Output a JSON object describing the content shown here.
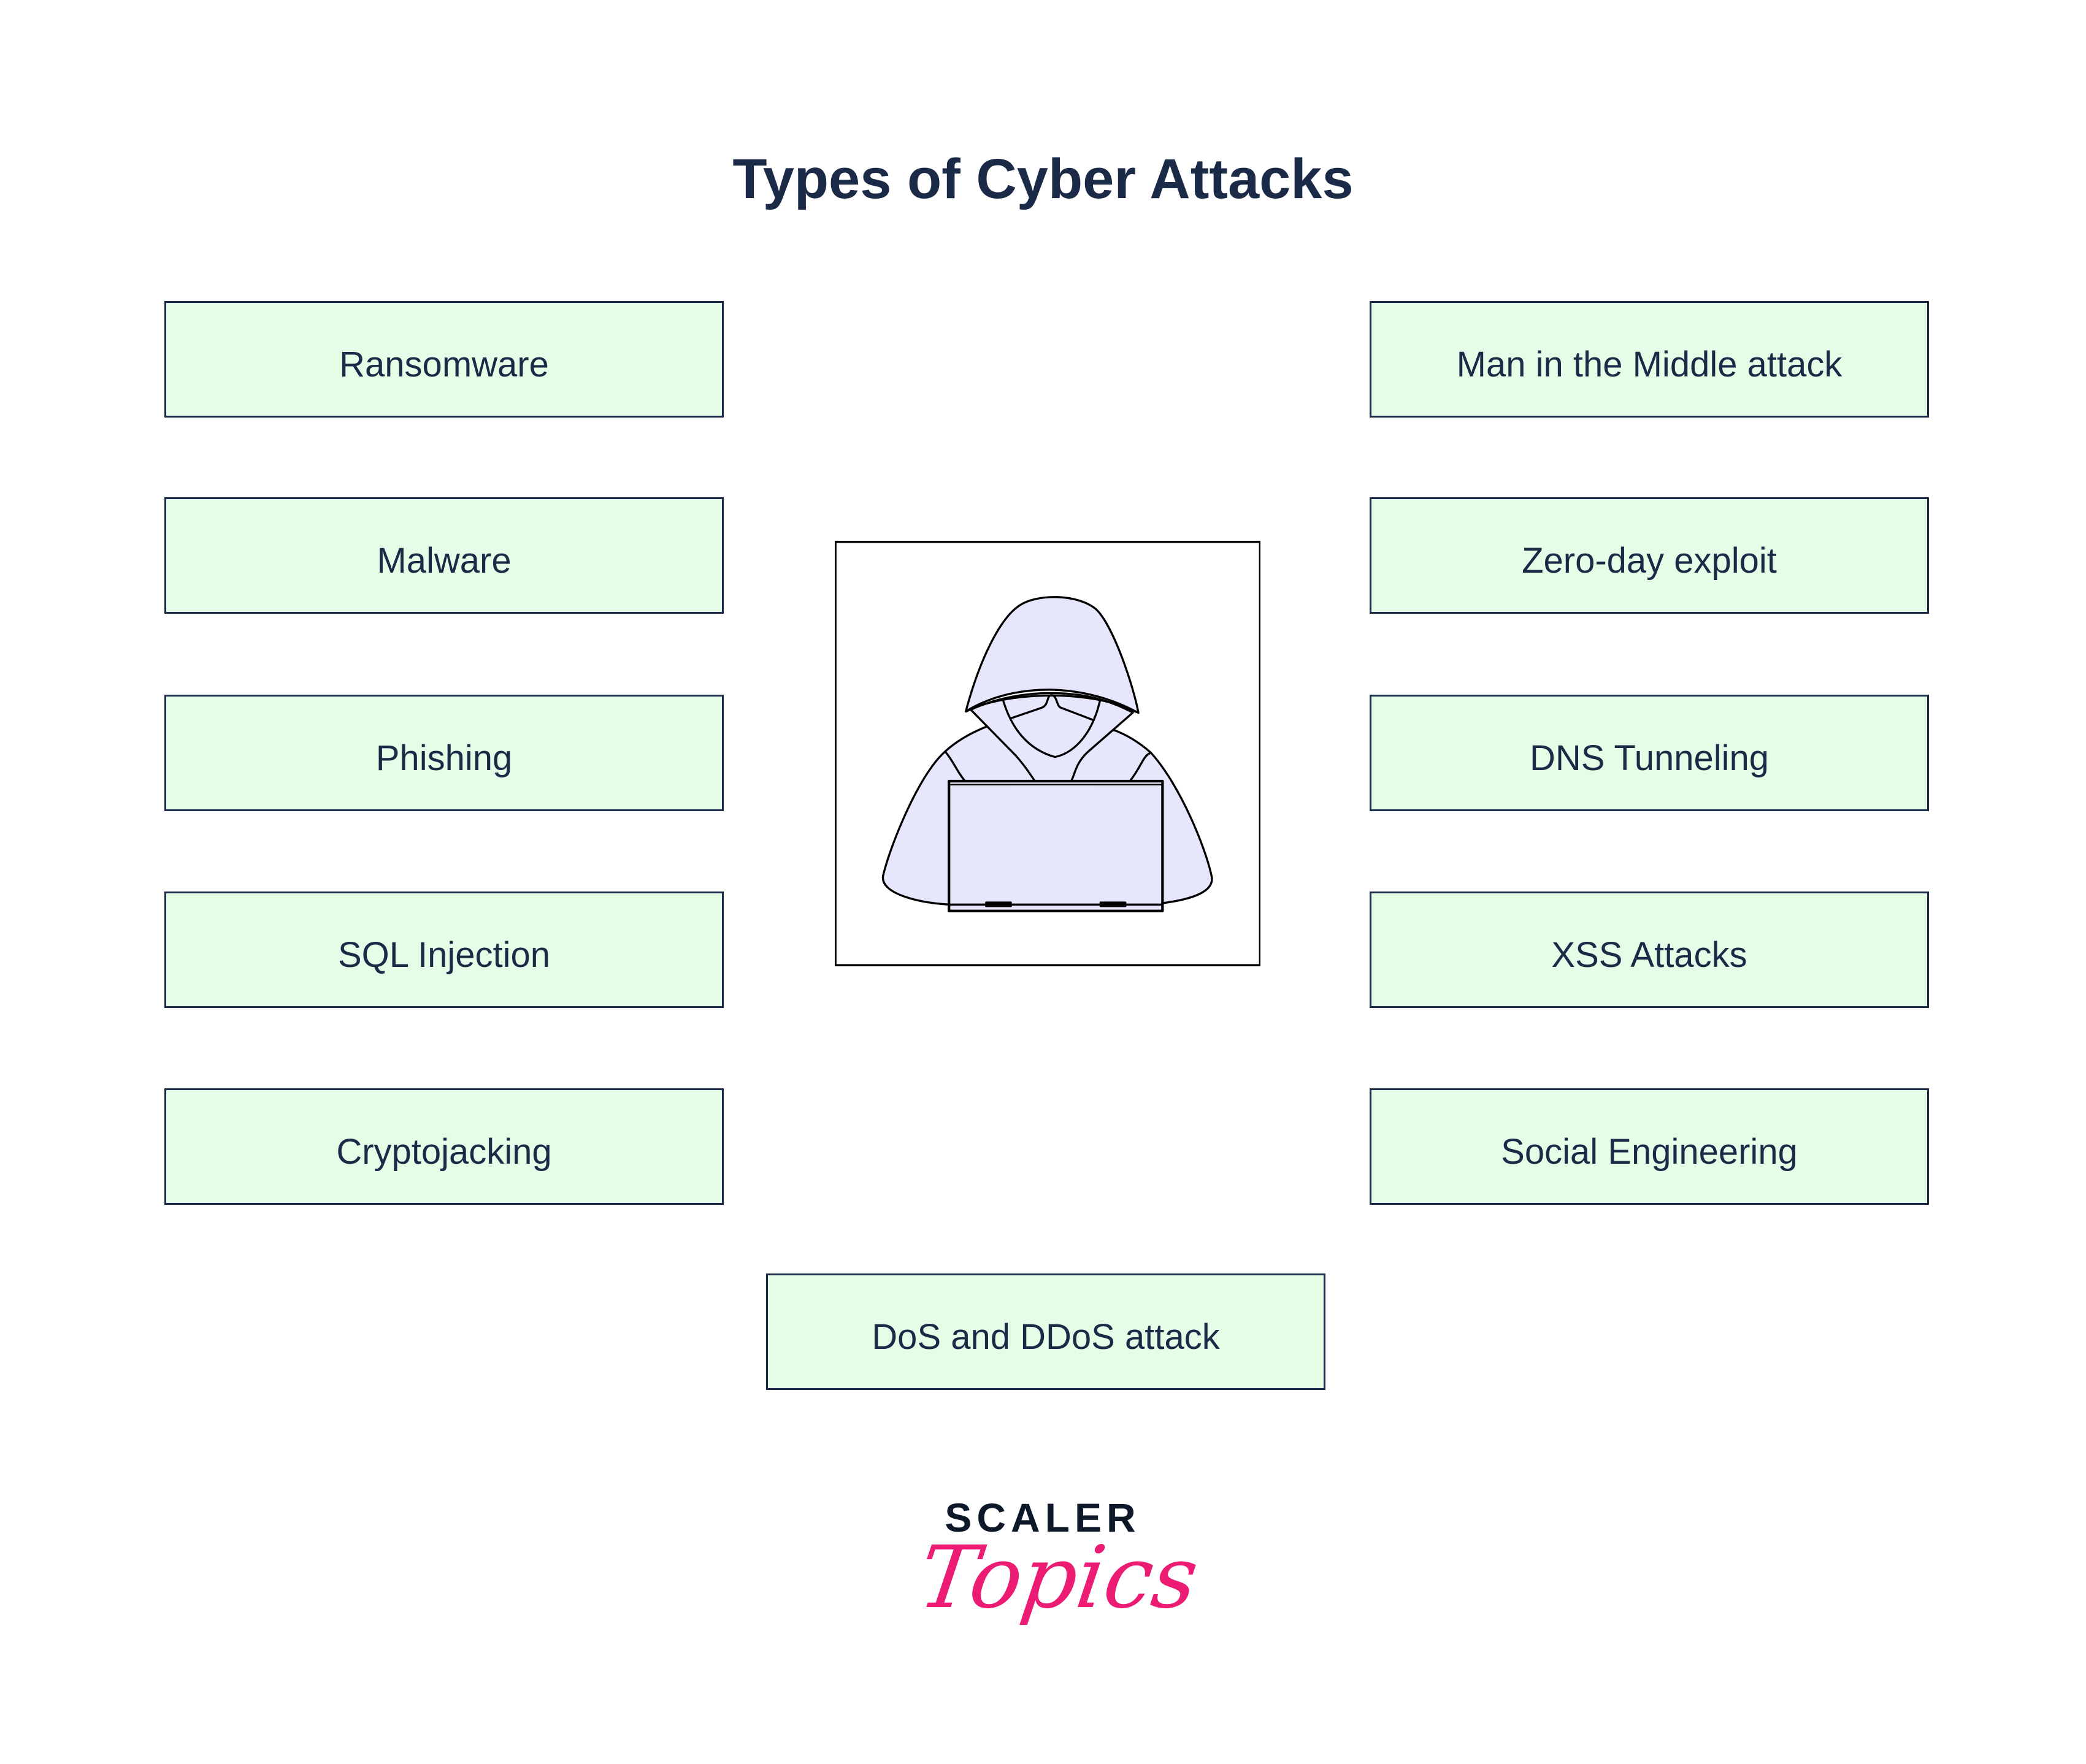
{
  "title": "Types of Cyber Attacks",
  "left_items": [
    "Ransomware",
    "Malware",
    "Phishing",
    "SQL Injection",
    "Cryptojacking"
  ],
  "right_items": [
    "Man in the Middle attack",
    "Zero-day exploit",
    "DNS Tunneling",
    "XSS Attacks",
    "Social Engineering"
  ],
  "bottom_item": "DoS and DDoS attack",
  "center_icon": "hooded-hacker-laptop-icon",
  "logo": {
    "line1": "SCALER",
    "line2": "Topics"
  },
  "colors": {
    "box_fill": "#e3fde6",
    "text": "#1b2a46",
    "icon_fill": "#e6e6fc",
    "logo_pink": "#ec1c74"
  }
}
